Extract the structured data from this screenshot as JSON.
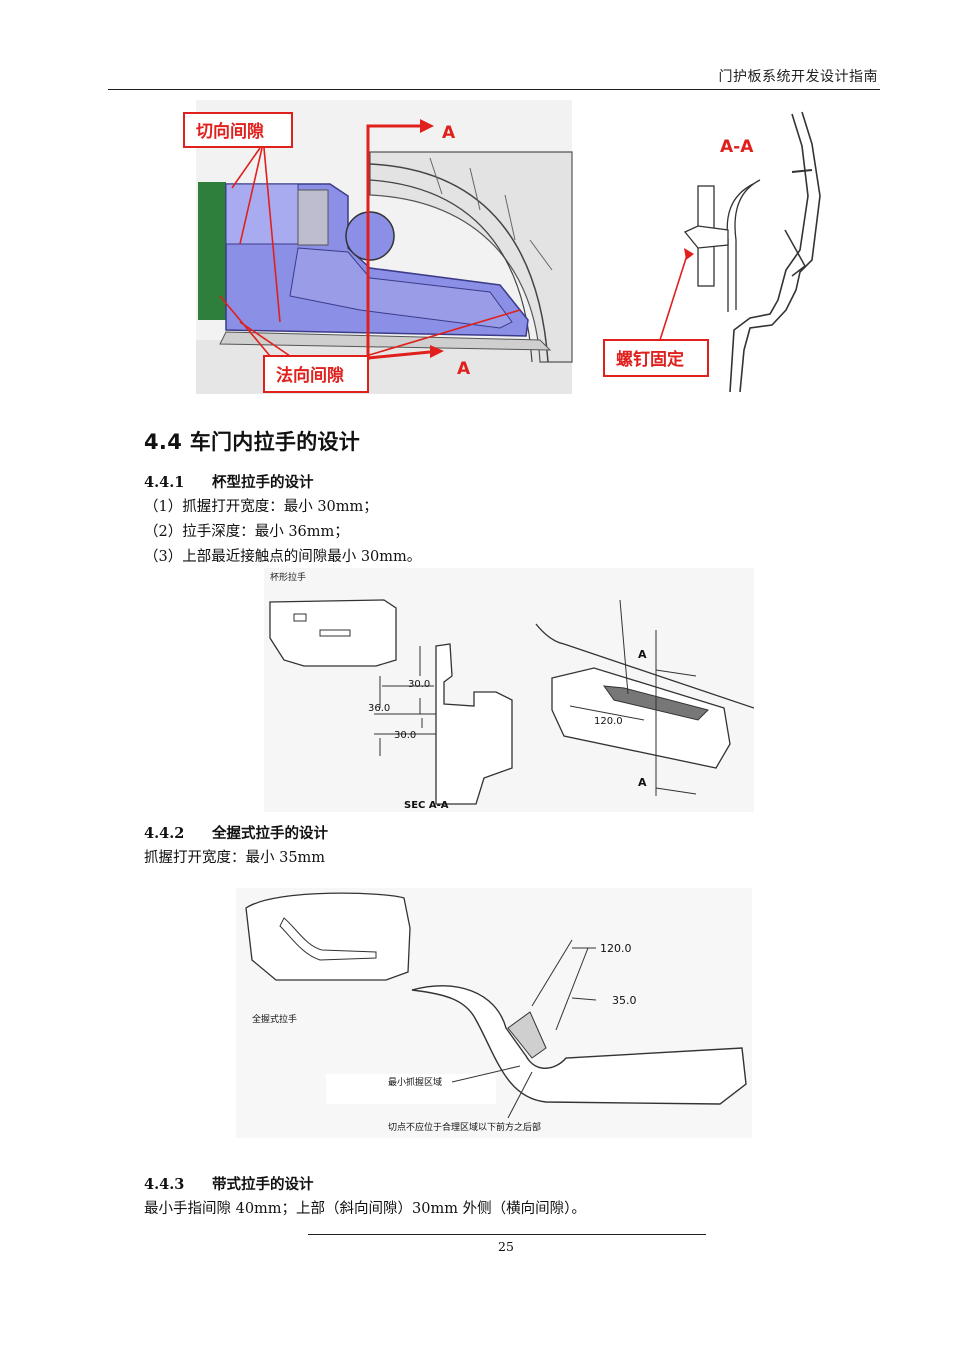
{
  "header": {
    "title": "门护板系统开发设计指南"
  },
  "figure1": {
    "tangential_gap": "切向间隙",
    "normal_gap": "法向间隙",
    "section_mark_top": "A",
    "section_mark_bottom": "A",
    "section_title": "A-A",
    "screw_fix": "螺钉固定"
  },
  "section_4_4": {
    "title": "4.4 车门内拉手的设计"
  },
  "section_4_4_1": {
    "number": "4.4.1",
    "title": "杯型拉手的设计",
    "lines": [
      "（1）抓握打开宽度：最小 30mm；",
      "（2）拉手深度：最小 36mm；",
      "（3）上部最近接触点的间隙最小 30mm。"
    ]
  },
  "figure2": {
    "caption_cn": "杯形拉手",
    "dim_a": "30.0",
    "dim_b": "36.0",
    "dim_c": "30.0",
    "dim_d": "120.0",
    "section_label": "SEC A-A",
    "mark_a_top": "A",
    "mark_a_bottom": "A"
  },
  "section_4_4_2": {
    "number": "4.4.2",
    "title": "全握式拉手的设计",
    "line": "抓握打开宽度：最小 35mm"
  },
  "figure3": {
    "label_full_grip": "全握式拉手",
    "dim_120": "120.0",
    "dim_35": "35.0",
    "label_min_grip": "最小抓握区域",
    "label_tangent": "切点不应位于合理区域以下前方之后部"
  },
  "section_4_4_3": {
    "number": "4.4.3",
    "title": "带式拉手的设计",
    "line": "最小手指间隙 40mm；上部（斜向间隙）30mm  外侧（横向间隙）。"
  },
  "footer": {
    "page_number": "25"
  },
  "colors": {
    "annotation_red": "#e0201c",
    "handle_blue": "#8c8fe6",
    "trim_green": "#2f7f3c"
  }
}
